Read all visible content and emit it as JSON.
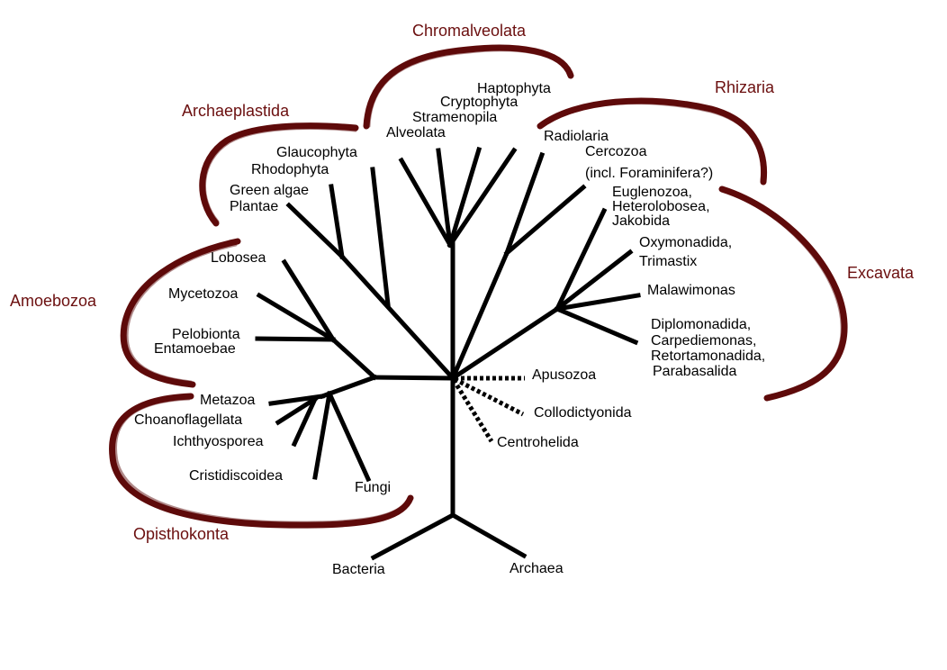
{
  "colors": {
    "branch": "#000000",
    "bracket": "#5e0a0a",
    "bracket_shadow": "#b08a8a",
    "group_label": "#6b0f0f"
  },
  "groups": {
    "chromalveolata": "Chromalveolata",
    "rhizaria": "Rhizaria",
    "archaeplastida": "Archaeplastida",
    "excavata": "Excavata",
    "amoebozoa": "Amoebozoa",
    "opisthokonta": "Opisthokonta"
  },
  "leaves": {
    "haptophyta": "Haptophyta",
    "cryptophyta": "Cryptophyta",
    "stramenopila": "Stramenopila",
    "alveolata": "Alveolata",
    "radiolaria": "Radiolaria",
    "cercozoa": "Cercozoa",
    "cercozoa_note": "(incl. Foraminifera?)",
    "glaucophyta": "Glaucophyta",
    "rhodophyta": "Rhodophyta",
    "green_algae": "Green algae",
    "plantae": "Plantae",
    "euglenozoa": "Euglenozoa,",
    "heterolobosea": "Heterolobosea,",
    "jakobida": "Jakobida",
    "oxymonadida": "Oxymonadida,",
    "trimastix": "Trimastix",
    "malawimonas": "Malawimonas",
    "diplomonadida": "Diplomonadida,",
    "carpediemonas": "Carpediemonas,",
    "retortamonadida": "Retortamonadida,",
    "parabasalida": "Parabasalida",
    "lobosea": "Lobosea",
    "mycetozoa": "Mycetozoa",
    "pelobionta": "Pelobionta",
    "entamoebae": "Entamoebae",
    "apusozoa": "Apusozoa",
    "collodictyonida": "Collodictyonida",
    "centrohelida": "Centrohelida",
    "metazoa": "Metazoa",
    "choanoflagellata": "Choanoflagellata",
    "ichthyosporea": "Ichthyosporea",
    "cristidiscoidea": "Cristidiscoidea",
    "fungi": "Fungi",
    "bacteria": "Bacteria",
    "archaea": "Archaea"
  }
}
